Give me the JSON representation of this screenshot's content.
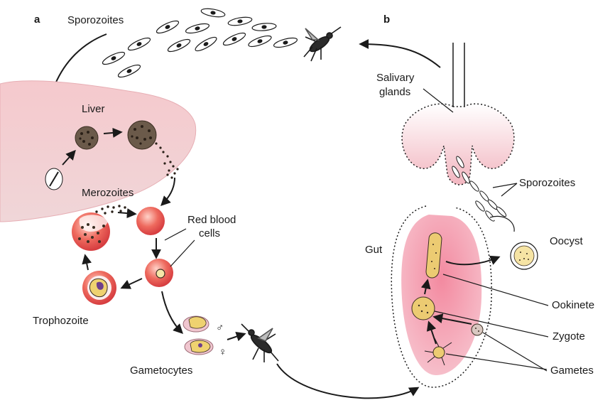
{
  "panels": {
    "a": "a",
    "b": "b"
  },
  "labels": {
    "sporozoites_a": "Sporozoites",
    "liver": "Liver",
    "merozoites": "Merozoites",
    "red_blood_cells_1": "Red blood",
    "red_blood_cells_2": "cells",
    "trophozoite": "Trophozoite",
    "gametocytes": "Gametocytes",
    "salivary_1": "Salivary",
    "salivary_2": "glands",
    "sporozoites_b": "Sporozoites",
    "gut": "Gut",
    "oocyst": "Oocyst",
    "ookinete": "Ookinete",
    "zygote": "Zygote",
    "gametes": "Gametes",
    "male_symbol": "♂",
    "female_symbol": "♀"
  },
  "colors": {
    "liver": "#f2c7cc",
    "rbc": "#e8545a",
    "gut": "#f07a8e",
    "gland": "#f6d3d8",
    "parasite": "#e9c56a"
  }
}
